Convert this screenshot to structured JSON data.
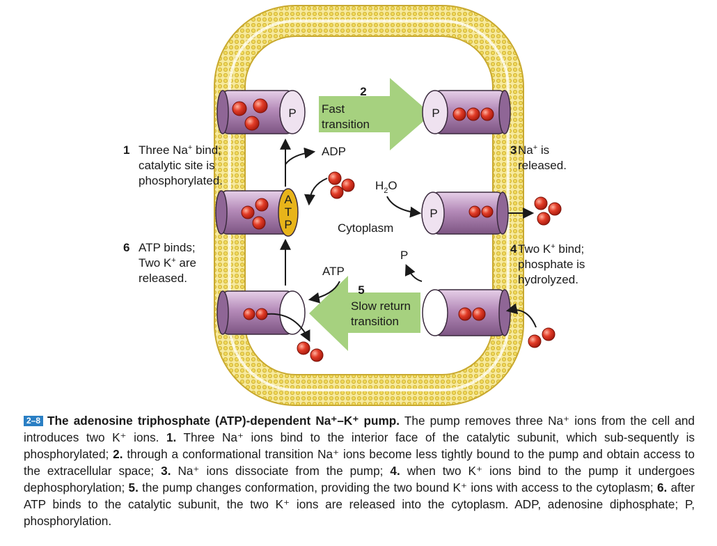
{
  "labels": {
    "step1": {
      "num": "1",
      "line1a": "Three Na",
      "line1sup": "+",
      "line1b": " bind;",
      "line2": "catalytic site is",
      "line3": "phosphorylated."
    },
    "step2": {
      "num": "2",
      "line1": "Fast",
      "line2": "transition"
    },
    "step3": {
      "num": "3",
      "line1a": "Na",
      "line1sup": "+",
      "line1b": " is",
      "line2": "released."
    },
    "step4": {
      "num": "4",
      "line1a": "Two K",
      "line1sup": "+",
      "line1b": " bind;",
      "line2": "phosphate is",
      "line3": "hydrolyzed."
    },
    "step5": {
      "num": "5",
      "line1": "Slow return",
      "line2": "transition"
    },
    "step6": {
      "num": "6",
      "line1": "ATP binds;",
      "line2a": "Two K",
      "line2sup": "+",
      "line2b": " are",
      "line3": "released."
    },
    "adp": "ADP",
    "atp": "ATP",
    "h2o_h": "H",
    "h2o_sub": "2",
    "h2o_o": "O",
    "cytoplasm": "Cytoplasm",
    "p_free": "P",
    "p_site": "P",
    "atp_letters": [
      "A",
      "T",
      "P"
    ]
  },
  "caption": {
    "badge": "2–8",
    "title": "The adenosine triphosphate (ATP)-dependent Na⁺–K⁺ pump.",
    "s1": " The pump removes three Na⁺ ions from the cell and introduces two K⁺ ions. ",
    "n1": "1.",
    "t1": " Three Na⁺ ions bind to the interior face of the catalytic subunit, which sub-sequently is phosphorylated; ",
    "n2": "2.",
    "t2": " through a conformational transition Na⁺ ions become less tightly bound to the pump and obtain access to the extracellular space; ",
    "n3": "3.",
    "t3": " Na⁺ ions dissociate from the pump; ",
    "n4": "4.",
    "t4": " when two K⁺ ions bind to the pump it undergoes dephosphorylation; ",
    "n5": "5.",
    "t5": " the pump changes conformation, providing the two bound K⁺ ions with access to the cytoplasm; ",
    "n6": "6.",
    "t6": " after ATP binds to the catalytic subunit, the two K⁺ ions are released into the cytoplasm. ADP, adenosine diphosphate; P, phosphorylation."
  },
  "colors": {
    "membrane": "#f2df6e",
    "membrane_dark": "#c9a92e",
    "pump": "#b48ab8",
    "ion": "#e23d28",
    "arrow_green": "#a6d17f",
    "atp_yellow": "#e8b41a",
    "badge": "#2a7fc4"
  }
}
